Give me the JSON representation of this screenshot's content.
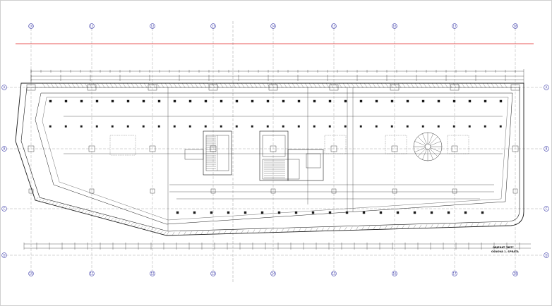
{
  "drawing": {
    "note_line1": "OBJEKAT \"BEZ\"",
    "note_line2": "OSNOVA 1. SPRATA"
  },
  "grid": {
    "top_labels": [
      "10",
      "11",
      "12",
      "13",
      "14",
      "15",
      "16",
      "17",
      "18"
    ],
    "left_labels": [
      "A",
      "B",
      "C",
      "D"
    ],
    "right_labels": [
      "A",
      "B",
      "C",
      "D"
    ]
  },
  "colors": {
    "line": "#1a1a1a",
    "grid_bubble": "#3a3aa8",
    "accent_line": "#e02020",
    "background": "#ffffff"
  }
}
